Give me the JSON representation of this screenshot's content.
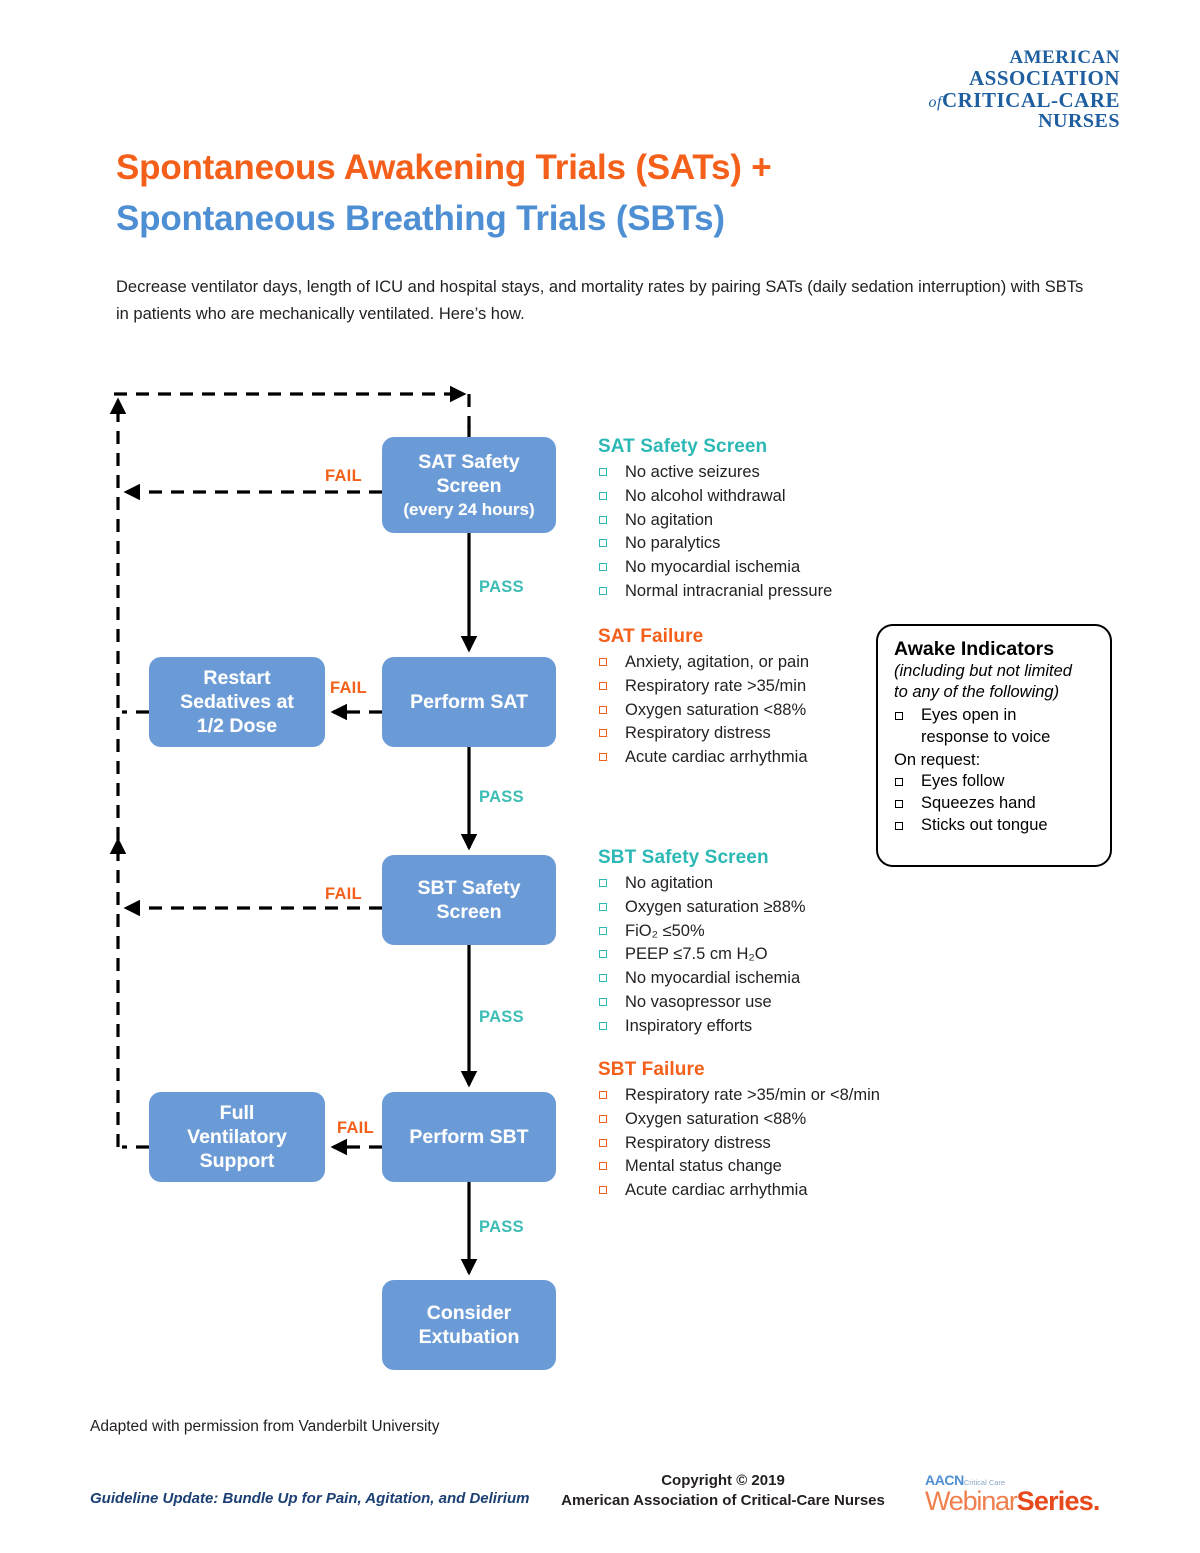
{
  "logo": {
    "line1": "AMERICAN",
    "line2": "ASSOCIATION",
    "of": "of",
    "line3": "CRITICAL-CARE",
    "line4": "NURSES"
  },
  "title": {
    "line1": "Spontaneous Awakening Trials (SATs) +",
    "line2": "Spontaneous Breathing Trials (SBTs)",
    "color_line1": "#f4601a",
    "color_line2": "#4e8fd4"
  },
  "intro": "Decrease ventilator days, length of ICU and hospital stays, and mortality rates by pairing SATs (daily sedation interruption) with SBTs in patients who are mechanically ventilated. Here’s how.",
  "flow": {
    "nodes": {
      "sat_screen_line1": "SAT Safety",
      "sat_screen_line2": "Screen",
      "sat_screen_sub": "(every 24 hours)",
      "perform_sat": "Perform SAT",
      "restart_line1": "Restart",
      "restart_line2": "Sedatives at",
      "restart_line3": "1/2 Dose",
      "sbt_screen_line1": "SBT Safety",
      "sbt_screen_line2": "Screen",
      "perform_sbt": "Perform SBT",
      "full_vent_line1": "Full",
      "full_vent_line2": "Ventilatory",
      "full_vent_line3": "Support",
      "extubation_line1": "Consider",
      "extubation_line2": "Extubation"
    },
    "labels": {
      "fail": "FAIL",
      "pass": "PASS"
    },
    "colors": {
      "node_fill": "#6b9bd6",
      "fail": "#f4601a",
      "pass": "#3dbdb5",
      "teal_heading": "#2cb9b5",
      "orange_heading": "#f4601a",
      "edge": "#000000"
    }
  },
  "details": {
    "sat_safety_screen": {
      "heading": "SAT Safety Screen",
      "items": [
        "No active seizures",
        "No alcohol withdrawal",
        "No agitation",
        "No paralytics",
        "No myocardial ischemia",
        "Normal intracranial pressure"
      ]
    },
    "sat_failure": {
      "heading": "SAT Failure",
      "items": [
        "Anxiety, agitation, or pain",
        "Respiratory rate >35/min",
        "Oxygen saturation <88%",
        "Respiratory distress",
        "Acute cardiac arrhythmia"
      ]
    },
    "sbt_safety_screen": {
      "heading": "SBT Safety Screen",
      "items": [
        "No agitation",
        "Oxygen saturation ≥88%",
        "FiO₂ ≤50%",
        "PEEP ≤7.5 cm H₂O",
        "No myocardial ischemia",
        "No vasopressor use",
        "Inspiratory efforts"
      ]
    },
    "sbt_failure": {
      "heading": "SBT Failure",
      "items": [
        "Respiratory rate >35/min or <8/min",
        "Oxygen saturation <88%",
        "Respiratory distress",
        "Mental status change",
        "Acute cardiac arrhythmia"
      ]
    }
  },
  "awake_indicators": {
    "heading": "Awake Indicators",
    "note_line1": "(including but not limited",
    "note_line2": "to any of the following)",
    "item_first_line1": "Eyes open in",
    "item_first_line2": "response to voice",
    "on_request": "On request:",
    "items": [
      "Eyes follow",
      "Squeezes hand",
      "Sticks out tongue"
    ]
  },
  "footer": {
    "credit": "Adapted with permission from Vanderbilt University",
    "left": "Guideline Update: Bundle Up for Pain, Agitation, and Delirium",
    "copyright": "Copyright © 2019",
    "organization": "American Association of Critical-Care Nurses",
    "webinar_aacn": "AACN",
    "webinar_aacn_sub": "Critical Care",
    "webinar_word1": "Webinar",
    "webinar_word2": "Series."
  }
}
